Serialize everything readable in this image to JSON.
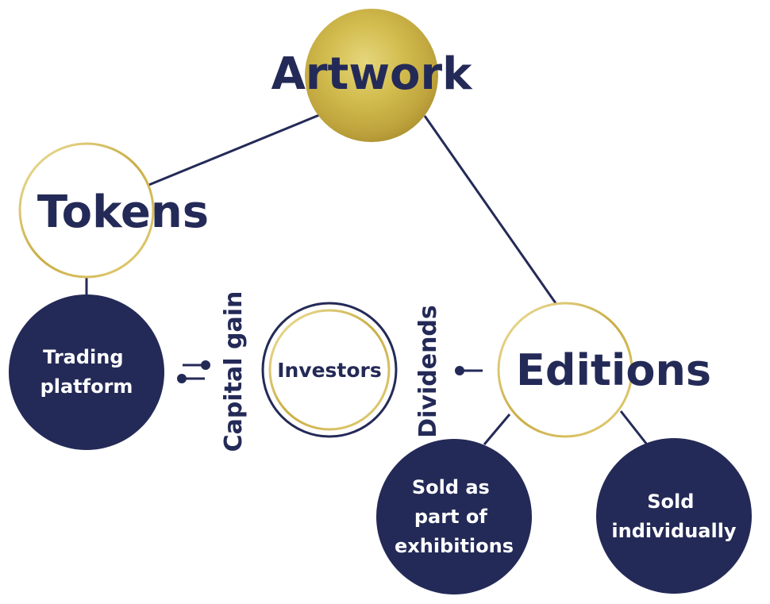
{
  "nodes": {
    "artwork": "Artwork",
    "tokens": "Tokens",
    "editions": "Editions",
    "investors": "Investors",
    "trading_platform": [
      "Trading",
      "platform"
    ],
    "sold_exhibitions": [
      "Sold as",
      "part of",
      "exhibitions"
    ],
    "sold_individually": [
      "Sold",
      "individually"
    ]
  },
  "flows": {
    "capital_gain": "Capital gain",
    "dividends": "Dividends"
  },
  "colors": {
    "navy": "#242a57",
    "gold": "#c9b24a",
    "gold_light": "#e4d37a",
    "white": "#ffffff"
  }
}
